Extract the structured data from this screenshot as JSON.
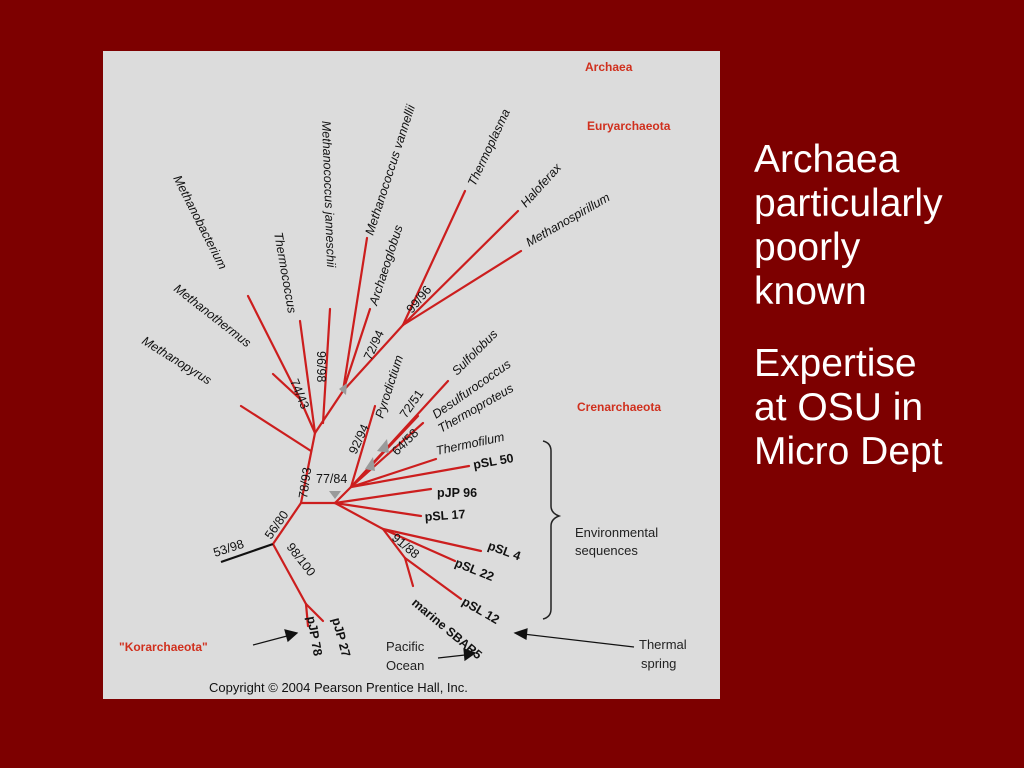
{
  "slide": {
    "background_color": "#7d0000",
    "text_color": "#ffffff",
    "side_text": {
      "paragraph_1": [
        "Archaea",
        "particularly",
        "poorly",
        "known"
      ],
      "paragraph_2": [
        "Expertise",
        "at OSU in",
        "Micro Dept"
      ]
    }
  },
  "figure": {
    "panel_color": "#dcdcdc",
    "branch_color": "#cc1e1e",
    "label_red": "#d0301e",
    "group_labels": {
      "archaea": "Archaea",
      "euryarchaeota": "Euryarchaeota",
      "crenarchaeota": "Crenarchaeota",
      "korarchaeota": "\"Korarchaeota\""
    },
    "euryarchaeota_taxa": {
      "methanopyrus": "Methanopyrus",
      "methanothermus": "Methanothermus",
      "methanobacterium": "Methanobacterium",
      "thermococcus": "Thermococcus",
      "methanococcus_janneschii": "Methanococcus janneschii",
      "methanococcus_vannellii": "Methanococcus vannellii",
      "archaeoglobus": "Archaeoglobus",
      "thermoplasma": "Thermoplasma",
      "haloferax": "Haloferax",
      "methanospirillum": "Methanospirillum"
    },
    "crenarchaeota_taxa": {
      "pyrodictium": "Pyrodictium",
      "sulfolobus": "Sulfolobus",
      "desulfurococcus": "Desulfurococcus",
      "thermoproteus": "Thermoproteus",
      "thermofilum": "Thermofilum"
    },
    "environmental_clones": {
      "psl50": "pSL 50",
      "pjp96": "pJP 96",
      "psl17": "pSL 17",
      "psl4": "pSL 4",
      "psl22": "pSL 22",
      "psl12": "pSL 12",
      "marine_sbar5": "marine SBAR5",
      "pjp27": "pJP 27",
      "pjp78": "pJP 78"
    },
    "bootstrap_values": {
      "b1": "74/43",
      "b2": "96/98",
      "b3": "72/94",
      "b4": "99/96",
      "b5": "78/93",
      "b6": "92/94",
      "b7": "72/51",
      "b8": "64/58",
      "b9": "77/84",
      "b10": "56/80",
      "b11": "53/98",
      "b12": "98/100",
      "b13": "91/88"
    },
    "annotations": {
      "environmental_line1": "Environmental",
      "environmental_line2": "sequences",
      "thermal_line1": "Thermal",
      "thermal_line2": "spring",
      "pacific_line1": "Pacific",
      "pacific_line2": "Ocean"
    },
    "copyright": "Copyright © 2004 Pearson Prentice Hall, Inc."
  }
}
